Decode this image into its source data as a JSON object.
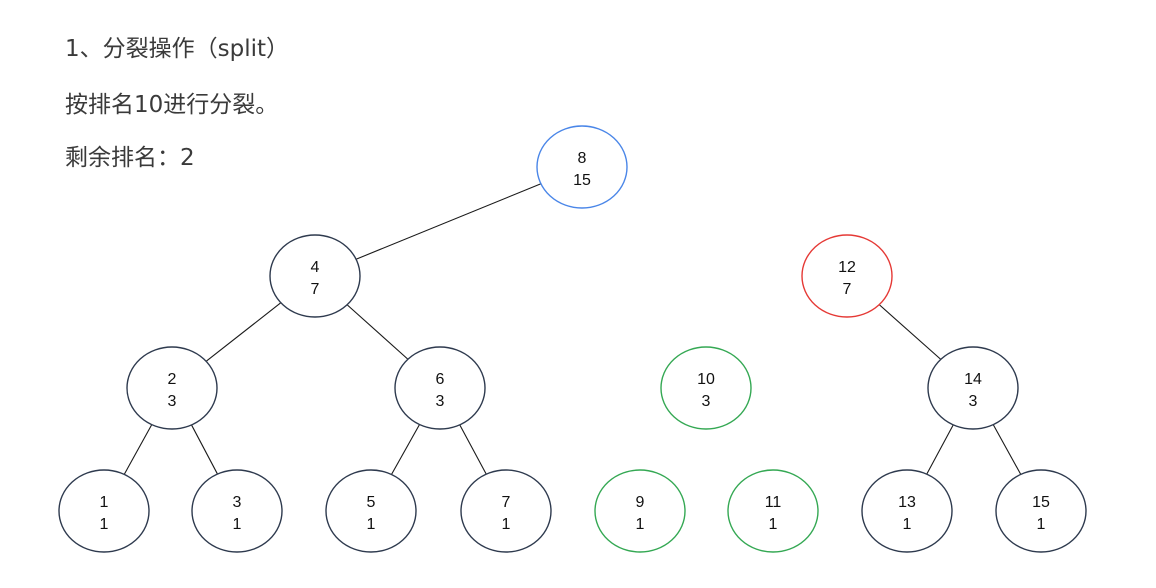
{
  "headings": {
    "line1": "1、分裂操作（split）",
    "line2": "按排名10进行分裂。",
    "line3": "剩余排名：2"
  },
  "colors": {
    "default": "#2e3a4e",
    "blue": "#4a86e8",
    "red": "#e53935",
    "green": "#34a853"
  },
  "nodes": [
    {
      "id": "n8",
      "key": "8",
      "size": "15",
      "color": "blue"
    },
    {
      "id": "n4",
      "key": "4",
      "size": "7",
      "color": "default"
    },
    {
      "id": "n12",
      "key": "12",
      "size": "7",
      "color": "red"
    },
    {
      "id": "n2",
      "key": "2",
      "size": "3",
      "color": "default"
    },
    {
      "id": "n6",
      "key": "6",
      "size": "3",
      "color": "default"
    },
    {
      "id": "n10",
      "key": "10",
      "size": "3",
      "color": "green"
    },
    {
      "id": "n14",
      "key": "14",
      "size": "3",
      "color": "default"
    },
    {
      "id": "n1",
      "key": "1",
      "size": "1",
      "color": "default"
    },
    {
      "id": "n3",
      "key": "3",
      "size": "1",
      "color": "default"
    },
    {
      "id": "n5",
      "key": "5",
      "size": "1",
      "color": "default"
    },
    {
      "id": "n7",
      "key": "7",
      "size": "1",
      "color": "default"
    },
    {
      "id": "n9",
      "key": "9",
      "size": "1",
      "color": "green"
    },
    {
      "id": "n11",
      "key": "11",
      "size": "1",
      "color": "green"
    },
    {
      "id": "n13",
      "key": "13",
      "size": "1",
      "color": "default"
    },
    {
      "id": "n15",
      "key": "15",
      "size": "1",
      "color": "default"
    }
  ],
  "edges": [
    [
      "n8",
      "n4"
    ],
    [
      "n4",
      "n2"
    ],
    [
      "n4",
      "n6"
    ],
    [
      "n2",
      "n1"
    ],
    [
      "n2",
      "n3"
    ],
    [
      "n6",
      "n5"
    ],
    [
      "n6",
      "n7"
    ],
    [
      "n12",
      "n14"
    ],
    [
      "n14",
      "n13"
    ],
    [
      "n14",
      "n15"
    ]
  ]
}
